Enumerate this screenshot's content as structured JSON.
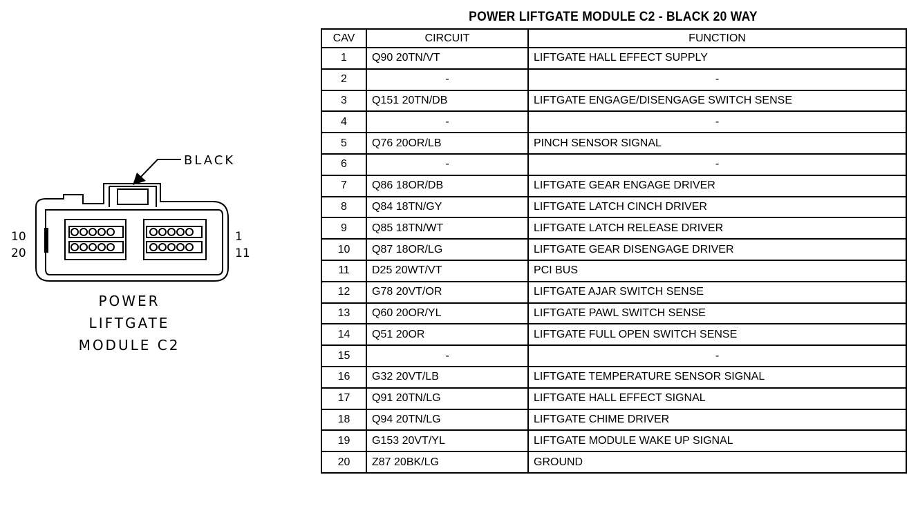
{
  "connector": {
    "color_callout": "BLACK",
    "pin_label_top_left": "10",
    "pin_label_bottom_left": "20",
    "pin_label_top_right": "1",
    "pin_label_bottom_right": "11",
    "caption_line1": "POWER",
    "caption_line2": "LIFTGATE",
    "caption_line3": "MODULE C2"
  },
  "table": {
    "title": "POWER LIFTGATE MODULE C2 - BLACK 20 WAY",
    "headers": [
      "CAV",
      "CIRCUIT",
      "FUNCTION"
    ],
    "rows": [
      {
        "cav": "1",
        "circuit": "Q90 20TN/VT",
        "function": "LIFTGATE HALL EFFECT SUPPLY"
      },
      {
        "cav": "2",
        "circuit": "-",
        "function": "-"
      },
      {
        "cav": "3",
        "circuit": "Q151 20TN/DB",
        "function": "LIFTGATE ENGAGE/DISENGAGE SWITCH SENSE"
      },
      {
        "cav": "4",
        "circuit": "-",
        "function": "-"
      },
      {
        "cav": "5",
        "circuit": "Q76 20OR/LB",
        "function": "PINCH SENSOR SIGNAL"
      },
      {
        "cav": "6",
        "circuit": "-",
        "function": "-"
      },
      {
        "cav": "7",
        "circuit": "Q86 18OR/DB",
        "function": "LIFTGATE GEAR ENGAGE DRIVER"
      },
      {
        "cav": "8",
        "circuit": "Q84 18TN/GY",
        "function": "LIFTGATE LATCH CINCH DRIVER"
      },
      {
        "cav": "9",
        "circuit": "Q85 18TN/WT",
        "function": "LIFTGATE LATCH RELEASE DRIVER"
      },
      {
        "cav": "10",
        "circuit": "Q87 18OR/LG",
        "function": "LIFTGATE GEAR DISENGAGE DRIVER"
      },
      {
        "cav": "11",
        "circuit": "D25 20WT/VT",
        "function": "PCI BUS"
      },
      {
        "cav": "12",
        "circuit": "G78 20VT/OR",
        "function": "LIFTGATE AJAR SWITCH SENSE"
      },
      {
        "cav": "13",
        "circuit": "Q60 20OR/YL",
        "function": "LIFTGATE PAWL SWITCH SENSE"
      },
      {
        "cav": "14",
        "circuit": "Q51 20OR",
        "function": "LIFTGATE FULL OPEN SWITCH SENSE"
      },
      {
        "cav": "15",
        "circuit": "-",
        "function": "-"
      },
      {
        "cav": "16",
        "circuit": "G32 20VT/LB",
        "function": "LIFTGATE TEMPERATURE SENSOR SIGNAL"
      },
      {
        "cav": "17",
        "circuit": "Q91 20TN/LG",
        "function": "LIFTGATE HALL EFFECT SIGNAL"
      },
      {
        "cav": "18",
        "circuit": "Q94 20TN/LG",
        "function": "LIFTGATE CHIME DRIVER"
      },
      {
        "cav": "19",
        "circuit": "G153 20VT/YL",
        "function": "LIFTGATE MODULE WAKE UP SIGNAL"
      },
      {
        "cav": "20",
        "circuit": "Z87 20BK/LG",
        "function": "GROUND"
      }
    ]
  }
}
